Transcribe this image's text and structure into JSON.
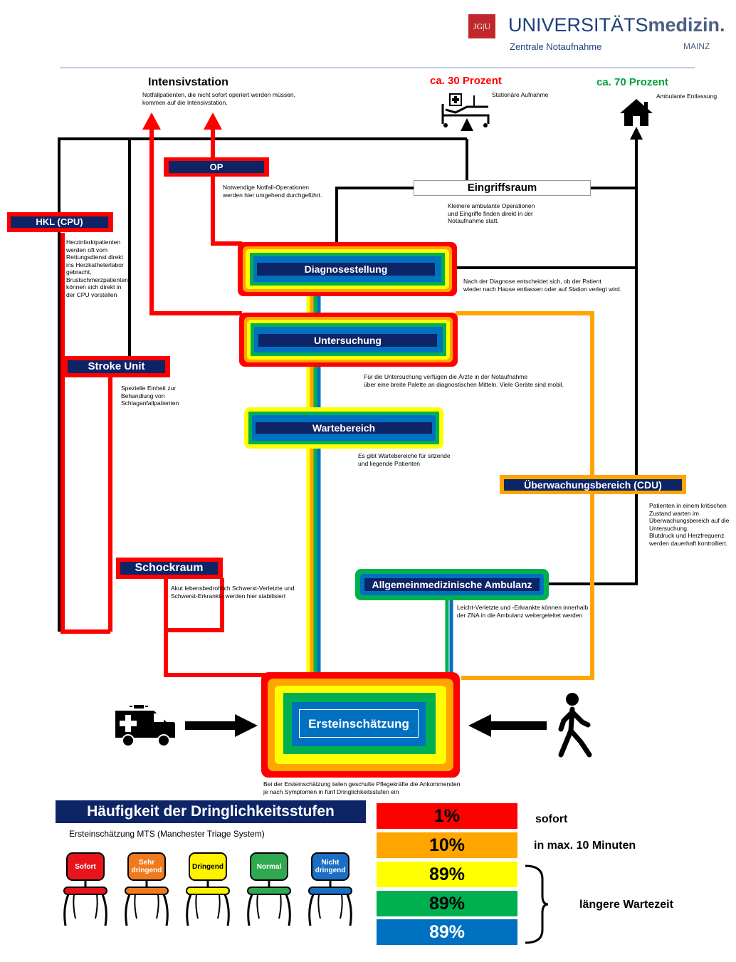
{
  "header": {
    "logo_text": "JG|U",
    "brand_left": "UNIVERSITÄTS",
    "brand_right": "medizin.",
    "department": "Zentrale Notaufnahme",
    "city": "MAINZ"
  },
  "outcomes": {
    "icu_title": "Intensivstation",
    "icu_note": "Notfallpatienten, die nicht sofort operiert werden müssen,\nkommen auf die Intensivstation.",
    "inpatient_pct": "ca. 30 Prozent",
    "inpatient_label": "Stationäre Aufnahme",
    "outpatient_pct": "ca. 70 Prozent",
    "outpatient_label": "Ambulante Entlassung"
  },
  "stations": {
    "op": "OP",
    "op_note": "Notwendige Notfall-Operationen\nwerden hier umgehend durchgeführt.",
    "eingriffsraum": "Eingriffsraum",
    "eingriffsraum_note": "Kleinere ambulante Operationen\nund Eingriffe finden direkt in der\nNotaufnahme statt.",
    "hkl": "HKL (CPU)",
    "hkl_note": "Herzinfarktpatienten\nwerden oft vom\nRettungsdienst direkt\nins Herzkatheterlabor\ngebracht,\nBrustschmerzpatienten\nkönnen sich direkt in\nder CPU vorstellen",
    "diagnose": "Diagnosestellung",
    "diagnose_note": "Nach der Diagnose entscheidet sich, ob der Patient\nwieder nach Hause entlassen oder auf Station verlegt wird.",
    "untersuchung": "Untersuchung",
    "untersuchung_note": "Für die Untersuchung verfügen die Ärzte in der Notaufnahme\nüber eine breite Palette an diagnostischen Mitteln. Viele Geräte sind mobil.",
    "stroke": "Stroke Unit",
    "stroke_note": "Spezielle Einheit zur\nBehandlung von\nSchlaganfallpatienten",
    "warte": "Wartebereich",
    "warte_note": "Es gibt Wartebereiche für sitzende\nund liegende Patienten",
    "cdu": "Überwachungsbereich (CDU)",
    "cdu_note": "Patienten in einem kritischen\nZustand warten im\nÜberwachungsbereich auf die\nUntersuchung.\nBlutdruck und Herzfrequenz\nwerden dauerhaft kontrolliert.",
    "schock": "Schockraum",
    "schock_note": "Akut lebensbedrohlich Schwerst-Verletzte und\nSchwerst-Erkrankte werden hier stabilisiert",
    "ambulanz": "Allgemeinmedizinische Ambulanz",
    "ambulanz_note": "Leicht-Verletzte und -Erkrankte können innerhalb\nder ZNA in die Ambulanz weitergeleitet werden",
    "ersteinschaetzung": "Ersteinschätzung",
    "ersteinschaetzung_note": "Bei der Ersteinschätzung teilen geschulte Pflegekräfte die Ankommenden\nje nach Symptomen in fünf Dringlichkeitsstufen ein"
  },
  "legend": {
    "title": "Häufigkeit der Dringlichkeitsstufen",
    "subtitle": "Ersteinschätzung MTS (Manchester Triage System)",
    "chairs": [
      {
        "label": "Sofort",
        "color": "#e8141c"
      },
      {
        "label": "Sehr\ndringend",
        "color": "#f07a1e"
      },
      {
        "label": "Dringend",
        "color": "#fff200"
      },
      {
        "label": "Normal",
        "color": "#2fa84f"
      },
      {
        "label": "Nicht\ndringend",
        "color": "#1a6fc4"
      }
    ],
    "bars": [
      {
        "value": "1%",
        "color": "#ff0000"
      },
      {
        "value": "10%",
        "color": "#ffa500"
      },
      {
        "value": "89%",
        "color": "#ffff00"
      },
      {
        "value": "89%",
        "color": "#00b050"
      },
      {
        "value": "89%",
        "color": "#0070c0"
      }
    ],
    "urgency_sofort": "sofort",
    "urgency_10min": "in max. 10 Minuten",
    "urgency_long": "längere Wartezeit"
  },
  "colors": {
    "red": "#ff0000",
    "orange": "#ffa500",
    "yellow": "#ffff00",
    "green": "#00b050",
    "blue": "#0070c0",
    "navy": "#0d2466"
  }
}
